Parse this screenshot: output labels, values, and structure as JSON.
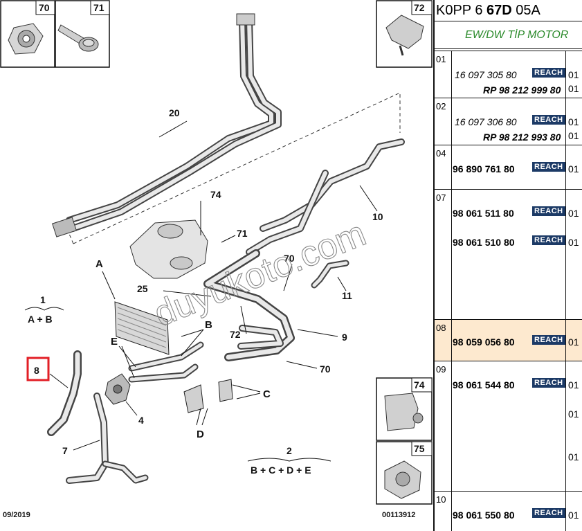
{
  "header": {
    "code_prefix": "K0PP 6 ",
    "code_bold": "67D",
    "code_suffix": " 05A",
    "engine": "EW/DW TİP MOTOR"
  },
  "diagram": {
    "date": "09/2019",
    "ref": "00113912",
    "watermark": "duyukoto.com",
    "callouts": [
      "70",
      "71",
      "72",
      "20",
      "74",
      "10",
      "71",
      "70",
      "11",
      "A",
      "25",
      "1",
      "A + B",
      "B",
      "9",
      "72",
      "E",
      "8",
      "70",
      "4",
      "C",
      "7",
      "D",
      "2",
      "B + C + D + E",
      "74",
      "75"
    ],
    "highlighted": "8"
  },
  "rows": [
    {
      "idx": "01",
      "parts": [
        {
          "pn": "16 097 305 80",
          "style": "it",
          "reach": true,
          "qty": "01"
        },
        {
          "pn": "RP 98 212 999 80",
          "style": "bold it",
          "reach": false,
          "qty": "01"
        }
      ]
    },
    {
      "idx": "02",
      "parts": [
        {
          "pn": "16 097 306 80",
          "style": "it",
          "reach": true,
          "qty": "01"
        },
        {
          "pn": "RP 98 212 993 80",
          "style": "bold it",
          "reach": false,
          "qty": "01"
        }
      ]
    },
    {
      "idx": "04",
      "parts": [
        {
          "pn": "96 890 761 80",
          "style": "bold",
          "reach": true,
          "qty": "01"
        }
      ]
    },
    {
      "idx": "07",
      "parts": [
        {
          "pn": "98 061 511 80",
          "style": "bold",
          "reach": true,
          "qty": "01"
        },
        {
          "pn": "98 061 510 80",
          "style": "bold",
          "reach": true,
          "qty": "01"
        }
      ]
    },
    {
      "idx": "08",
      "parts": [
        {
          "pn": "98 059 056 80",
          "style": "bold",
          "reach": true,
          "qty": "01"
        }
      ]
    },
    {
      "idx": "09",
      "parts": [
        {
          "pn": "98 061 544 80",
          "style": "bold",
          "reach": true,
          "qty": "01"
        }
      ],
      "extra_qty": [
        "01",
        "01"
      ]
    },
    {
      "idx": "10",
      "parts": [
        {
          "pn": "98 061 550 80",
          "style": "bold",
          "reach": true,
          "qty": "01"
        }
      ]
    }
  ],
  "reach_label": "REACH",
  "colors": {
    "highlight_box": "#e21f26",
    "highlight_row": "#fde9cf",
    "engine_text": "#2b8a2b",
    "reach_bg": "#1c3a66"
  }
}
